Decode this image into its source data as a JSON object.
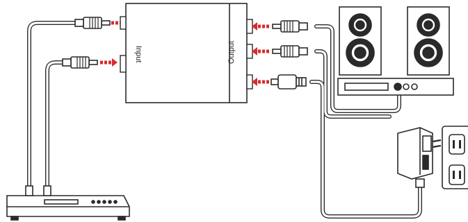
{
  "labels": {
    "input": "Input",
    "output": "Output"
  },
  "colors": {
    "arrow": "#d92b2b",
    "stroke": "#2a2a2a",
    "cable_fill": "#ffffff"
  },
  "icons": {
    "converter": "audio-converter-box",
    "speakers": "stereo-speakers-icon",
    "receiver": "stereo-receiver-icon",
    "source": "disc-player-icon",
    "power": "power-adapter-icon",
    "outlet": "wall-outlet-icon"
  }
}
